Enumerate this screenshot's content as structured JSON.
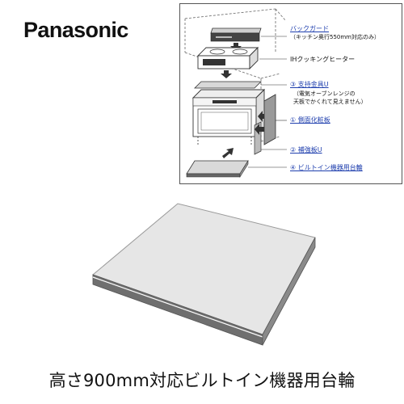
{
  "brand": {
    "name": "Panasonic"
  },
  "diagram": {
    "labels": {
      "back_guard": "バックガード",
      "back_guard_note": "（キッチン奥行550mm対応のみ）",
      "ih_heater": "IHクッキングヒーター",
      "support_bracket": "③ 支持金具U",
      "support_note_1": "（電気オーブンレンジの",
      "support_note_2": "天板でかくれて見えません）",
      "side_panel": "① 側面化粧板",
      "reinforcement": "② 補強板U",
      "builtin_stand": "④ ビルトイン機器用台輪"
    },
    "colors": {
      "label_blue": "#1f3fae",
      "part_gray": "#9a9a9a"
    }
  },
  "product": {
    "caption": "高さ900mm対応ビルトイン機器用台輪"
  }
}
